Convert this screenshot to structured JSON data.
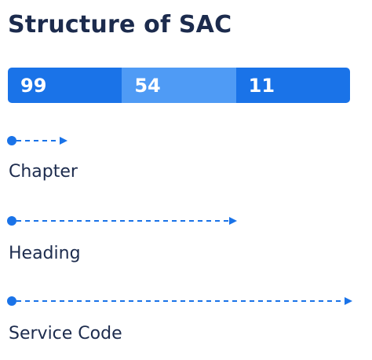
{
  "title": "Structure of SAC",
  "colors": {
    "title": "#1c2b4d",
    "primary": "#1a73e8",
    "light": "#4f9bf5"
  },
  "digits_bar": [
    {
      "value": "99",
      "color": "#1a73e8"
    },
    {
      "value": "54",
      "color": "#4f9bf5"
    },
    {
      "value": "11",
      "color": "#1a73e8"
    }
  ],
  "levels": [
    {
      "label": "Chapter"
    },
    {
      "label": "Heading"
    },
    {
      "label": "Service Code"
    }
  ]
}
